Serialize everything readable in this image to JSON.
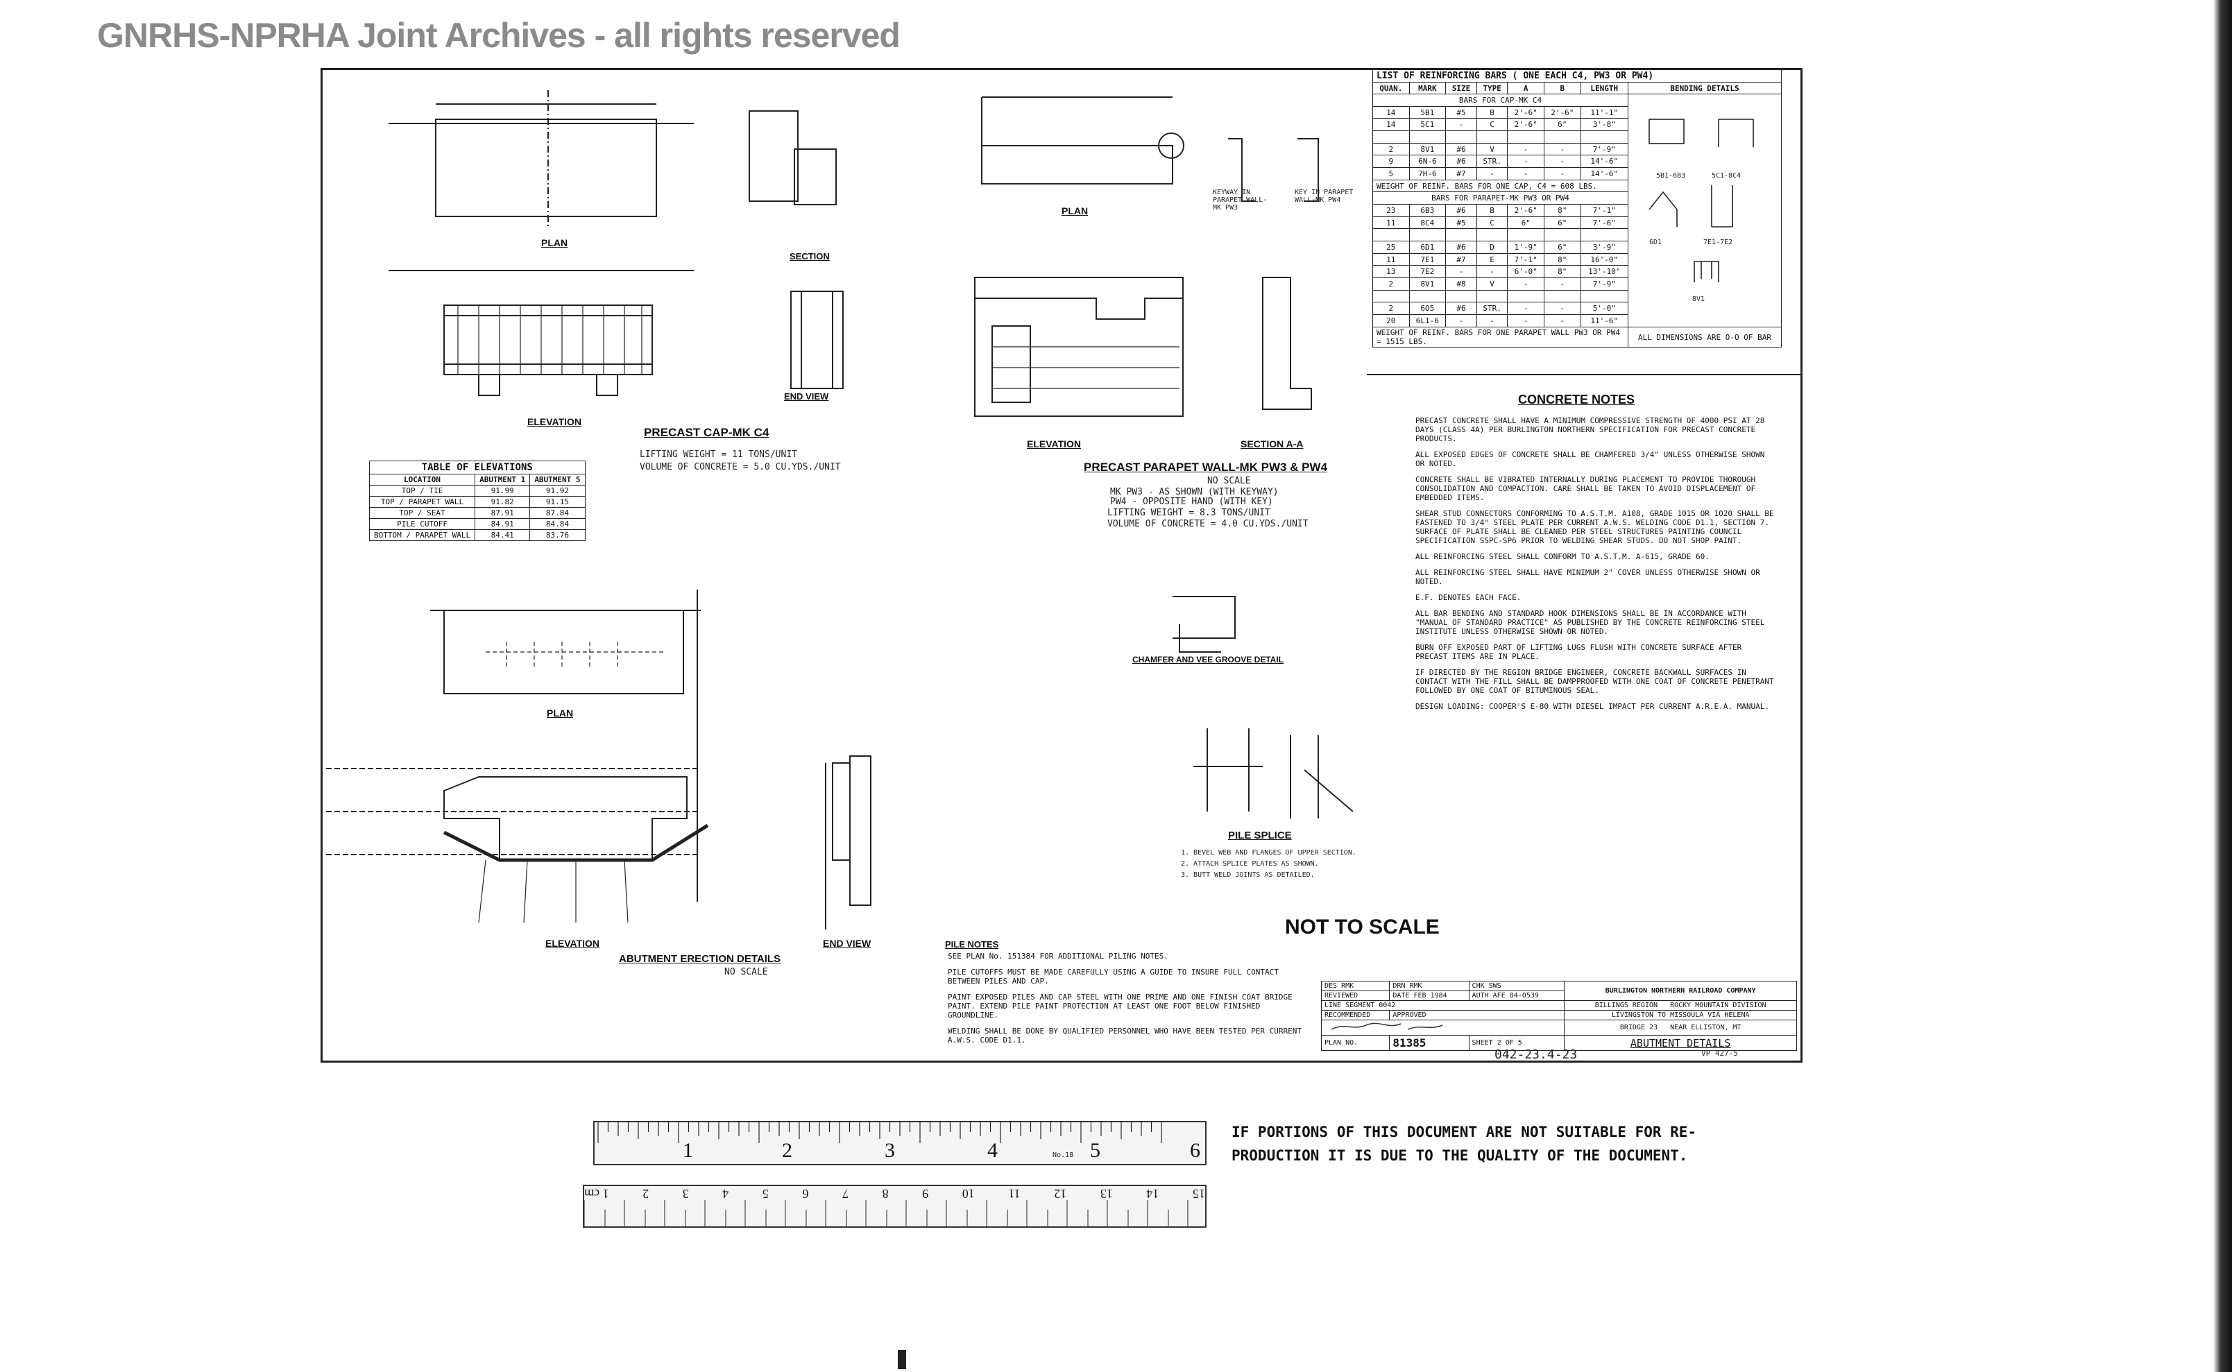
{
  "watermark": "GNRHS-NPRHA Joint Archives - all rights reserved",
  "sheet": {
    "precast_cap_title": "PRECAST CAP-MK C4",
    "precast_cap_sub": [
      "LIFTING WEIGHT = 11 TONS/UNIT",
      "VOLUME OF CONCRETE = 5.0 CU.YDS./UNIT"
    ],
    "plan_label": "PLAN",
    "elevation_label": "ELEVATION",
    "section_label": "SECTION",
    "end_view_label": "END VIEW",
    "section_aa_label": "SECTION A-A",
    "parapet_title": "PRECAST PARAPET WALL-MK PW3 & PW4",
    "parapet_sub": [
      "NO SCALE",
      "MK PW3 - AS SHOWN (WITH KEYWAY)",
      "PW4 - OPPOSITE HAND (WITH KEY)",
      "LIFTING WEIGHT = 8.3 TONS/UNIT",
      "VOLUME OF CONCRETE = 4.0 CU.YDS./UNIT"
    ],
    "keyway_labels": [
      "KEYWAY IN PARAPET WALL-MK PW3",
      "KEY IN PARAPET WALL-MK PW4"
    ],
    "chamfer_title": "CHAMFER AND VEE GROOVE DETAIL",
    "pile_splice_title": "PILE SPLICE",
    "pile_splice_notes": [
      "1. BEVEL WEB AND FLANGES OF UPPER SECTION.",
      "2. ATTACH SPLICE PLATES AS SHOWN.",
      "3. BUTT WELD JOINTS AS DETAILED."
    ],
    "abutment_title": "ABUTMENT ERECTION DETAILS",
    "abutment_sub": "NO SCALE",
    "not_to_scale": "NOT TO SCALE",
    "pile_notes_title": "PILE NOTES",
    "pile_notes": [
      "SEE PLAN No. 151384 FOR ADDITIONAL PILING NOTES.",
      "PILE CUTOFFS MUST BE MADE CAREFULLY USING A GUIDE TO INSURE FULL CONTACT BETWEEN PILES AND CAP.",
      "PAINT EXPOSED PILES AND CAP STEEL WITH ONE PRIME AND ONE FINISH COAT BRIDGE PAINT. EXTEND PILE PAINT PROTECTION AT LEAST ONE FOOT BELOW FINISHED GROUNDLINE.",
      "WELDING SHALL BE DONE BY QUALIFIED PERSONNEL WHO HAVE BEEN TESTED PER CURRENT A.W.S. CODE D1.1."
    ]
  },
  "bars_table": {
    "title": "LIST OF REINFORCING BARS ( ONE EACH C4, PW3 OR PW4)",
    "headers": [
      "QUAN.",
      "MARK",
      "SIZE",
      "TYPE",
      "A",
      "B",
      "LENGTH",
      "BENDING DETAILS"
    ],
    "sub_cap": "BARS FOR CAP-MK C4",
    "rows_cap": [
      [
        "14",
        "5B1",
        "#5",
        "B",
        "2'-6\"",
        "2'-6\"",
        "11'-1\""
      ],
      [
        "14",
        "5C1",
        "-",
        "C",
        "2'-6\"",
        "6\"",
        "3'-8\""
      ],
      [
        "",
        "",
        "",
        "",
        "",
        "",
        ""
      ],
      [
        "2",
        "8V1",
        "#6",
        "V",
        "-",
        "-",
        "7'-9\""
      ],
      [
        "9",
        "6N-6",
        "#6",
        "STR.",
        "-",
        "-",
        "14'-6\""
      ],
      [
        "5",
        "7H-6",
        "#7",
        "-",
        "-",
        "-",
        "14'-6\""
      ]
    ],
    "weight_cap": "WEIGHT OF REINF. BARS FOR ONE CAP, C4 = 608 LBS.",
    "sub_parapet": "BARS FOR PARAPET-MK PW3 OR PW4",
    "rows_parapet": [
      [
        "23",
        "6B3",
        "#6",
        "B",
        "2'-6\"",
        "8\"",
        "7'-1\""
      ],
      [
        "11",
        "8C4",
        "#5",
        "C",
        "6\"",
        "6\"",
        "7'-6\""
      ],
      [
        "",
        "",
        "",
        "",
        "",
        "",
        ""
      ],
      [
        "25",
        "6D1",
        "#6",
        "D",
        "1'-9\"",
        "6\"",
        "3'-9\""
      ],
      [
        "11",
        "7E1",
        "#7",
        "E",
        "7'-1\"",
        "8\"",
        "16'-0\""
      ],
      [
        "13",
        "7E2",
        "-",
        "-",
        "6'-0\"",
        "8\"",
        "13'-10\""
      ],
      [
        "2",
        "8V1",
        "#8",
        "V",
        "-",
        "-",
        "7'-9\""
      ],
      [
        "",
        "",
        "",
        "",
        "",
        "",
        ""
      ],
      [
        "2",
        "6O5",
        "#6",
        "STR.",
        "-",
        "-",
        "5'-0\""
      ],
      [
        "20",
        "6L1-6",
        "-",
        "-",
        "-",
        "-",
        "11'-6\""
      ]
    ],
    "weight_parapet": "WEIGHT OF REINF. BARS FOR ONE PARAPET WALL PW3 OR PW4 = 1515 LBS.",
    "dims_note": "ALL DIMENSIONS ARE O-O OF BAR",
    "bending_labels": [
      "5B1-6B3",
      "5C1-8C4",
      "6D1",
      "7E1-7E2",
      "8V1"
    ]
  },
  "elev_table": {
    "title": "TABLE OF ELEVATIONS",
    "headers": [
      "LOCATION",
      "ABUTMENT 1",
      "ABUTMENT 5"
    ],
    "rows": [
      [
        "TOP / TIE",
        "91.99",
        "91.92"
      ],
      [
        "TOP / PARAPET WALL",
        "91.82",
        "91.15"
      ],
      [
        "TOP / SEAT",
        "87.91",
        "87.84"
      ],
      [
        "PILE CUTOFF",
        "84.91",
        "84.84"
      ],
      [
        "BOTTOM / PARAPET WALL",
        "84.41",
        "83.76"
      ]
    ]
  },
  "concrete_notes": {
    "title": "CONCRETE NOTES",
    "items": [
      "PRECAST CONCRETE SHALL HAVE A MINIMUM COMPRESSIVE STRENGTH OF 4000 PSI AT 28 DAYS (CLASS 4A) PER BURLINGTON NORTHERN SPECIFICATION FOR PRECAST CONCRETE PRODUCTS.",
      "ALL EXPOSED EDGES OF CONCRETE SHALL BE CHAMFERED 3/4\" UNLESS OTHERWISE SHOWN OR NOTED.",
      "CONCRETE SHALL BE VIBRATED INTERNALLY DURING PLACEMENT TO PROVIDE THOROUGH CONSOLIDATION AND COMPACTION. CARE SHALL BE TAKEN TO AVOID DISPLACEMENT OF EMBEDDED ITEMS.",
      "SHEAR STUD CONNECTORS CONFORMING TO A.S.T.M. A108, GRADE 1015 OR 1020 SHALL BE FASTENED TO 3/4\" STEEL PLATE PER CURRENT A.W.S. WELDING CODE D1.1, SECTION 7. SURFACE OF PLATE SHALL BE CLEANED PER STEEL STRUCTURES PAINTING COUNCIL SPECIFICATION SSPC-SP6 PRIOR TO WELDING SHEAR STUDS. DO NOT SHOP PAINT.",
      "ALL REINFORCING STEEL SHALL CONFORM TO A.S.T.M. A-615, GRADE 60.",
      "ALL REINFORCING STEEL SHALL HAVE MINIMUM 2\" COVER UNLESS OTHERWISE SHOWN OR NOTED.",
      "E.F. DENOTES EACH FACE.",
      "ALL BAR BENDING AND STANDARD HOOK DIMENSIONS SHALL BE IN ACCORDANCE WITH \"MANUAL OF STANDARD PRACTICE\" AS PUBLISHED BY THE CONCRETE REINFORCING STEEL INSTITUTE UNLESS OTHERWISE SHOWN OR NOTED.",
      "BURN OFF EXPOSED PART OF LIFTING LUGS FLUSH WITH CONCRETE SURFACE AFTER PRECAST ITEMS ARE IN PLACE.",
      "IF DIRECTED BY THE REGION BRIDGE ENGINEER, CONCRETE BACKWALL SURFACES IN CONTACT WITH THE FILL SHALL BE DAMPPROOFED WITH ONE COAT OF CONCRETE PENETRANT FOLLOWED BY ONE COAT OF BITUMINOUS SEAL.",
      "DESIGN LOADING: COOPER'S E-80 WITH DIESEL IMPACT PER CURRENT A.R.E.A. MANUAL."
    ]
  },
  "title_block": {
    "des": "DES RMK",
    "drn": "DRN RMK",
    "chk": "CHK SWS",
    "reviewed": "REVIEWED",
    "date": "DATE FEB 1984",
    "auth": "AUTH AFE 84-0539",
    "line_segment": "LINE SEGMENT 0042",
    "recommended": "RECOMMENDED",
    "approved": "APPROVED",
    "company": "BURLINGTON NORTHERN RAILROAD COMPANY",
    "region": "BILLINGS REGION",
    "division": "ROCKY MOUNTAIN DIVISION",
    "line": "LIVINGSTON TO MISSOULA VIA HELENA",
    "bridge": "BRIDGE 23",
    "location": "NEAR ELLISTON, MT",
    "drawing_title": "ABUTMENT DETAILS",
    "plan_no_label": "PLAN NO.",
    "plan_no": "81385",
    "sheet_label": "SHEET",
    "sheet": "2 OF 5",
    "ref": "VP 427-5",
    "stamp": "042-23.4-23"
  },
  "ruler": {
    "inches": [
      "1",
      "2",
      "3",
      "4",
      "5",
      "6"
    ],
    "cm": [
      "15",
      "14",
      "13",
      "12",
      "11",
      "10",
      "9",
      "8",
      "7",
      "6",
      "5",
      "4",
      "3",
      "2",
      "1 cm"
    ],
    "mark": "No.18"
  },
  "reproduction_notice": [
    "IF PORTIONS OF THIS DOCUMENT ARE NOT SUITABLE FOR RE-",
    "PRODUCTION IT IS DUE TO THE QUALITY OF THE DOCUMENT."
  ]
}
